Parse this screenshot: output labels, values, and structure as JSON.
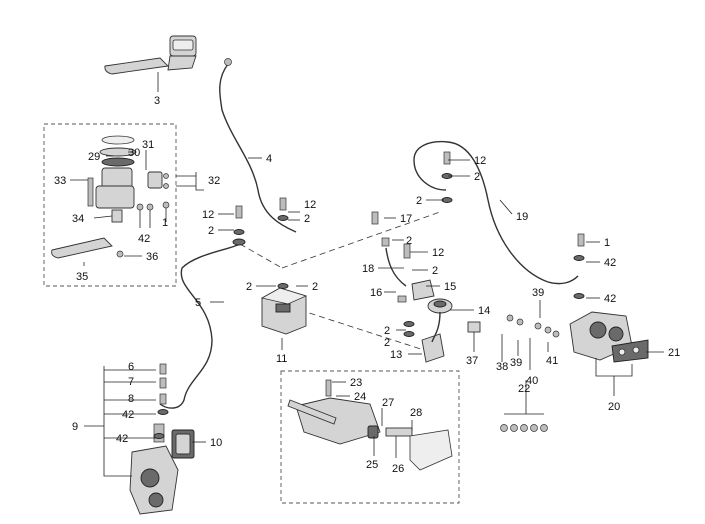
{
  "callouts": [
    {
      "id": "c3",
      "text": "3"
    },
    {
      "id": "c4",
      "text": "4"
    },
    {
      "id": "c5",
      "text": "5"
    },
    {
      "id": "c6",
      "text": "6"
    },
    {
      "id": "c7",
      "text": "7"
    },
    {
      "id": "c8",
      "text": "8"
    },
    {
      "id": "c9",
      "text": "9"
    },
    {
      "id": "c10",
      "text": "10"
    },
    {
      "id": "c11",
      "text": "11"
    },
    {
      "id": "c12a",
      "text": "12"
    },
    {
      "id": "c12b",
      "text": "12"
    },
    {
      "id": "c12c",
      "text": "12"
    },
    {
      "id": "c12d",
      "text": "12"
    },
    {
      "id": "c2a",
      "text": "2"
    },
    {
      "id": "c2b",
      "text": "2"
    },
    {
      "id": "c2c",
      "text": "2"
    },
    {
      "id": "c2d",
      "text": "2"
    },
    {
      "id": "c2e",
      "text": "2"
    },
    {
      "id": "c2f",
      "text": "2"
    },
    {
      "id": "c2g",
      "text": "2"
    },
    {
      "id": "c2h",
      "text": "2"
    },
    {
      "id": "c2i",
      "text": "2"
    },
    {
      "id": "c2j",
      "text": "2"
    },
    {
      "id": "c13",
      "text": "13"
    },
    {
      "id": "c14",
      "text": "14"
    },
    {
      "id": "c15",
      "text": "15"
    },
    {
      "id": "c16",
      "text": "16"
    },
    {
      "id": "c17",
      "text": "17"
    },
    {
      "id": "c18",
      "text": "18"
    },
    {
      "id": "c19",
      "text": "19"
    },
    {
      "id": "c20",
      "text": "20"
    },
    {
      "id": "c21",
      "text": "21"
    },
    {
      "id": "c22",
      "text": "22"
    },
    {
      "id": "c23",
      "text": "23"
    },
    {
      "id": "c24",
      "text": "24"
    },
    {
      "id": "c25",
      "text": "25"
    },
    {
      "id": "c26",
      "text": "26"
    },
    {
      "id": "c27",
      "text": "27"
    },
    {
      "id": "c28",
      "text": "28"
    },
    {
      "id": "c29",
      "text": "29"
    },
    {
      "id": "c30",
      "text": "30"
    },
    {
      "id": "c31",
      "text": "31"
    },
    {
      "id": "c32",
      "text": "32"
    },
    {
      "id": "c33",
      "text": "33"
    },
    {
      "id": "c34",
      "text": "34"
    },
    {
      "id": "c35",
      "text": "35"
    },
    {
      "id": "c36",
      "text": "36"
    },
    {
      "id": "c37",
      "text": "37"
    },
    {
      "id": "c38",
      "text": "38"
    },
    {
      "id": "c39a",
      "text": "39"
    },
    {
      "id": "c39b",
      "text": "39"
    },
    {
      "id": "c40",
      "text": "40"
    },
    {
      "id": "c41",
      "text": "41"
    },
    {
      "id": "c42a",
      "text": "42"
    },
    {
      "id": "c42b",
      "text": "42"
    },
    {
      "id": "c42c",
      "text": "42"
    },
    {
      "id": "c42d",
      "text": "42"
    },
    {
      "id": "c42e",
      "text": "42"
    },
    {
      "id": "c1a",
      "text": "1"
    },
    {
      "id": "c1b",
      "text": "1"
    }
  ]
}
